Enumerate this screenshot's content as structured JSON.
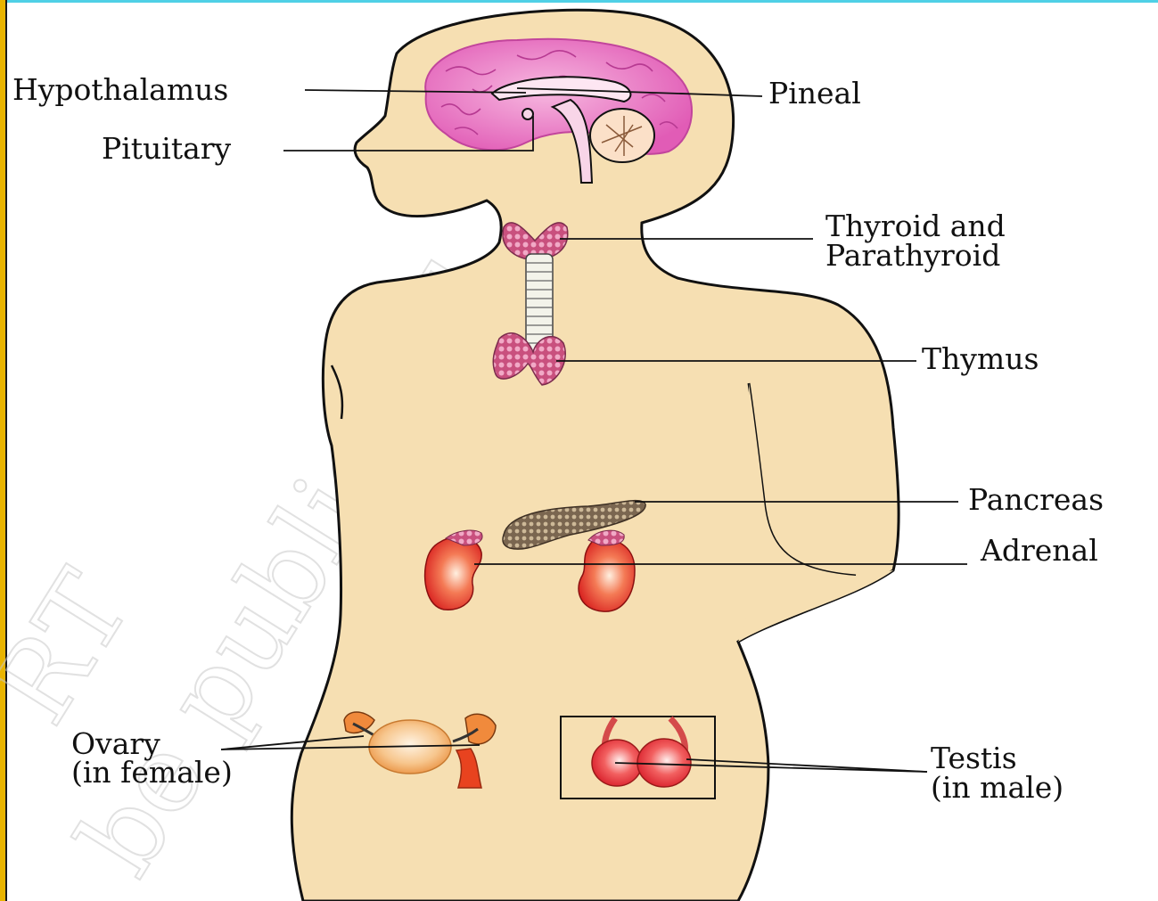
{
  "diagram": {
    "colors": {
      "skin": "#f6dfb2",
      "outline": "#111111",
      "brain": "#e77ec4",
      "kidney": "#e8312c",
      "ovary": "#f3b06b",
      "pancreas": "#6b5a48"
    },
    "labels": {
      "hypothalamus": "Hypothalamus",
      "pineal": "Pineal",
      "pituitary": "Pituitary",
      "thyroid_line1": "Thyroid and",
      "thyroid_line2": "Parathyroid",
      "thymus": "Thymus",
      "pancreas": "Pancreas",
      "adrenal": "Adrenal",
      "ovary_line1": "Ovary",
      "ovary_line2": "(in female)",
      "testis_line1": "Testis",
      "testis_line2": "(in male)"
    },
    "watermark": {
      "line1": "RT",
      "line2": "be published"
    }
  }
}
